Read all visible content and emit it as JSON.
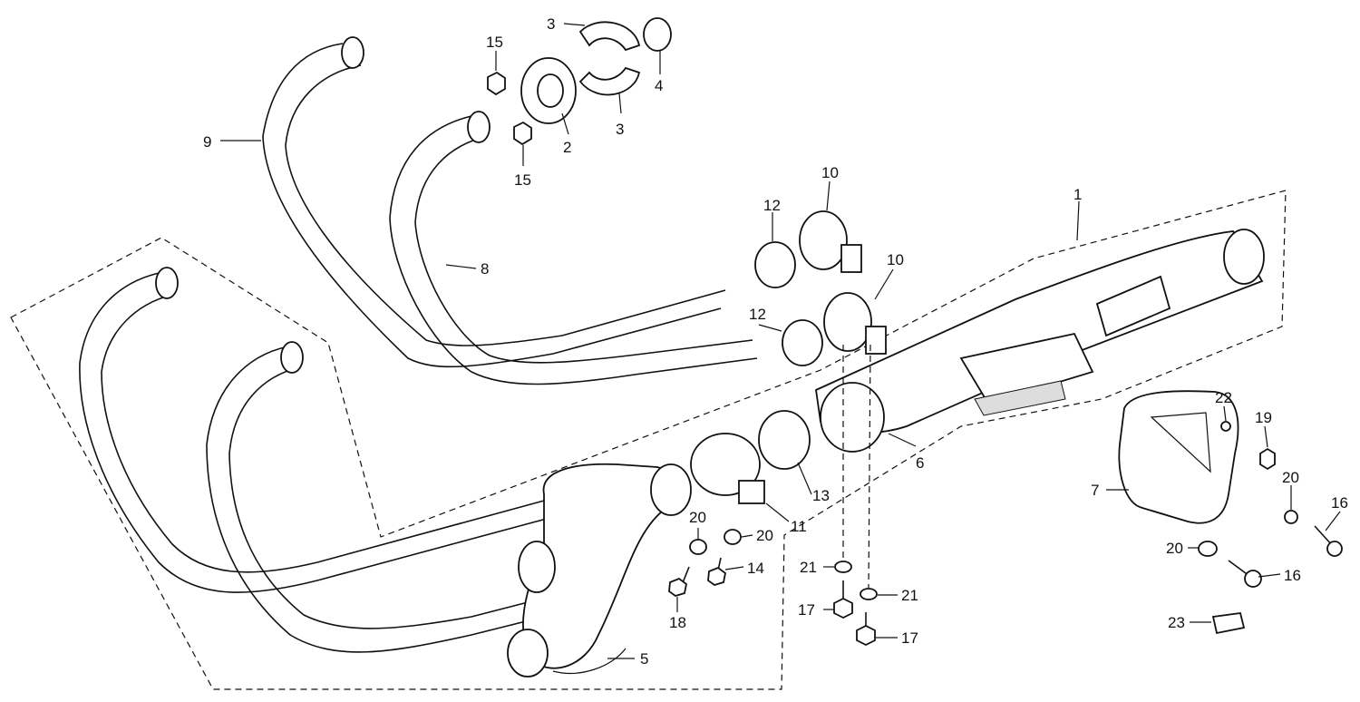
{
  "diagram": {
    "labels": [
      "1",
      "2",
      "3",
      "3",
      "4",
      "5",
      "6",
      "7",
      "8",
      "9",
      "10",
      "10",
      "11",
      "12",
      "12",
      "13",
      "14",
      "15",
      "15",
      "16",
      "16",
      "17",
      "17",
      "18",
      "19",
      "20",
      "20",
      "20",
      "20",
      "21",
      "21",
      "22",
      "23"
    ]
  }
}
